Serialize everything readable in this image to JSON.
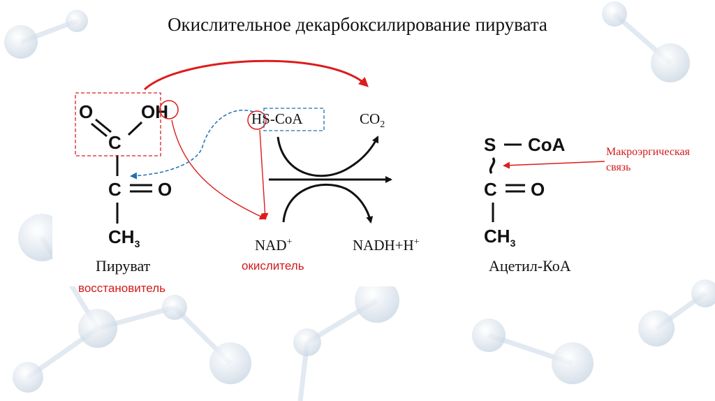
{
  "title": "Окислительное декарбоксилирование пирувата",
  "colors": {
    "red": "#dd1c1c",
    "blue": "#1f6fb5",
    "black": "#111111"
  },
  "pyruvate": {
    "atom_o": "O",
    "atom_oh": "OH",
    "atom_h": "H",
    "atom_c1": "C",
    "atom_c2": "C",
    "atom_o2": "O",
    "atom_ch": "CH",
    "sub3": "3",
    "name": "Пируват",
    "role": "восстановитель"
  },
  "reaction": {
    "hscoa": "HS-CoA",
    "co_prefix": "CO",
    "co_sub": "2",
    "nad": "NAD",
    "nad_sup": "+",
    "nad_role": "окислитель",
    "nadh": "NADH+H",
    "nadh_sup": "+"
  },
  "acetyl_coa": {
    "atom_s": "S",
    "coa": "CoA",
    "atom_c": "C",
    "atom_o": "O",
    "atom_ch": "CH",
    "sub3": "3",
    "name": "Ацетил-КоА",
    "bond_label_1": "Макроэргическая",
    "bond_label_2": "связь"
  }
}
